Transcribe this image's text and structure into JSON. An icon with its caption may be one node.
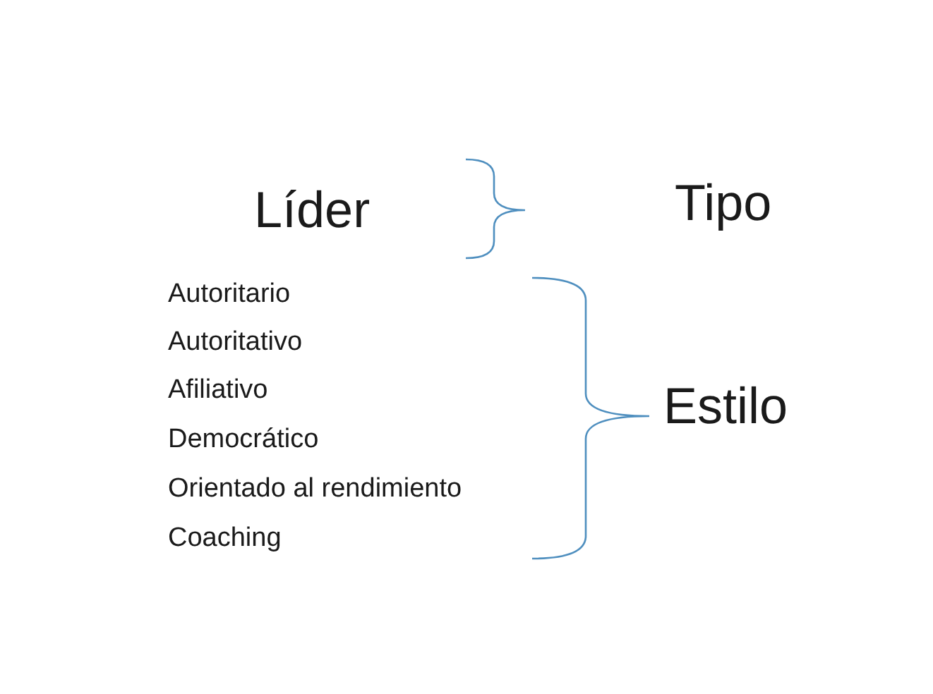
{
  "diagram": {
    "labels": [
      "Líder",
      "Tipo",
      "Autoritario",
      "Autoritativo",
      "Afiliativo",
      "Democrático",
      "Orientado al rendimiento",
      "Coaching",
      "Estilo"
    ]
  }
}
